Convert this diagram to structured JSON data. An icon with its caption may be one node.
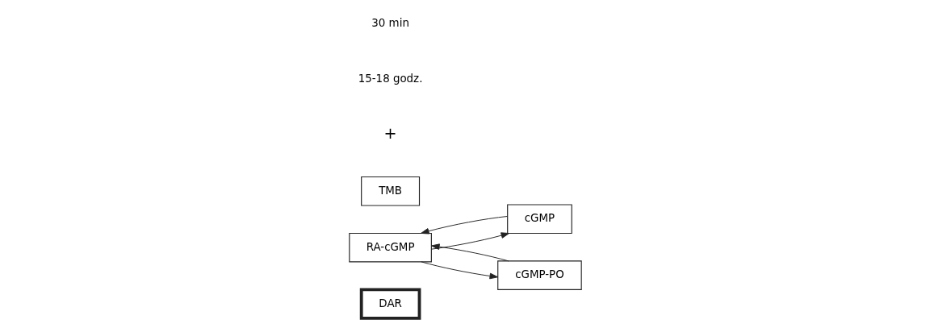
{
  "diagram": {
    "nodes": [
      {
        "text": [
          "DAR"
        ]
      },
      {
        "text": [
          "RA-cGMP"
        ]
      },
      {
        "text": [
          "cGMP"
        ]
      },
      {
        "text": [
          "cGMP-PO"
        ]
      },
      {
        "text": [
          "TMB"
        ]
      }
    ],
    "edges": [
      {
        "from": 2,
        "to": 1,
        "arrow": "to"
      },
      {
        "from": 1,
        "to": 2,
        "arrow": "to"
      },
      {
        "from": 3,
        "to": 1,
        "arrow": "to"
      },
      {
        "from": 1,
        "to": 3,
        "arrow": "to"
      }
    ],
    "labels": [
      "+",
      "15-18 godz.",
      "30 min"
    ]
  }
}
